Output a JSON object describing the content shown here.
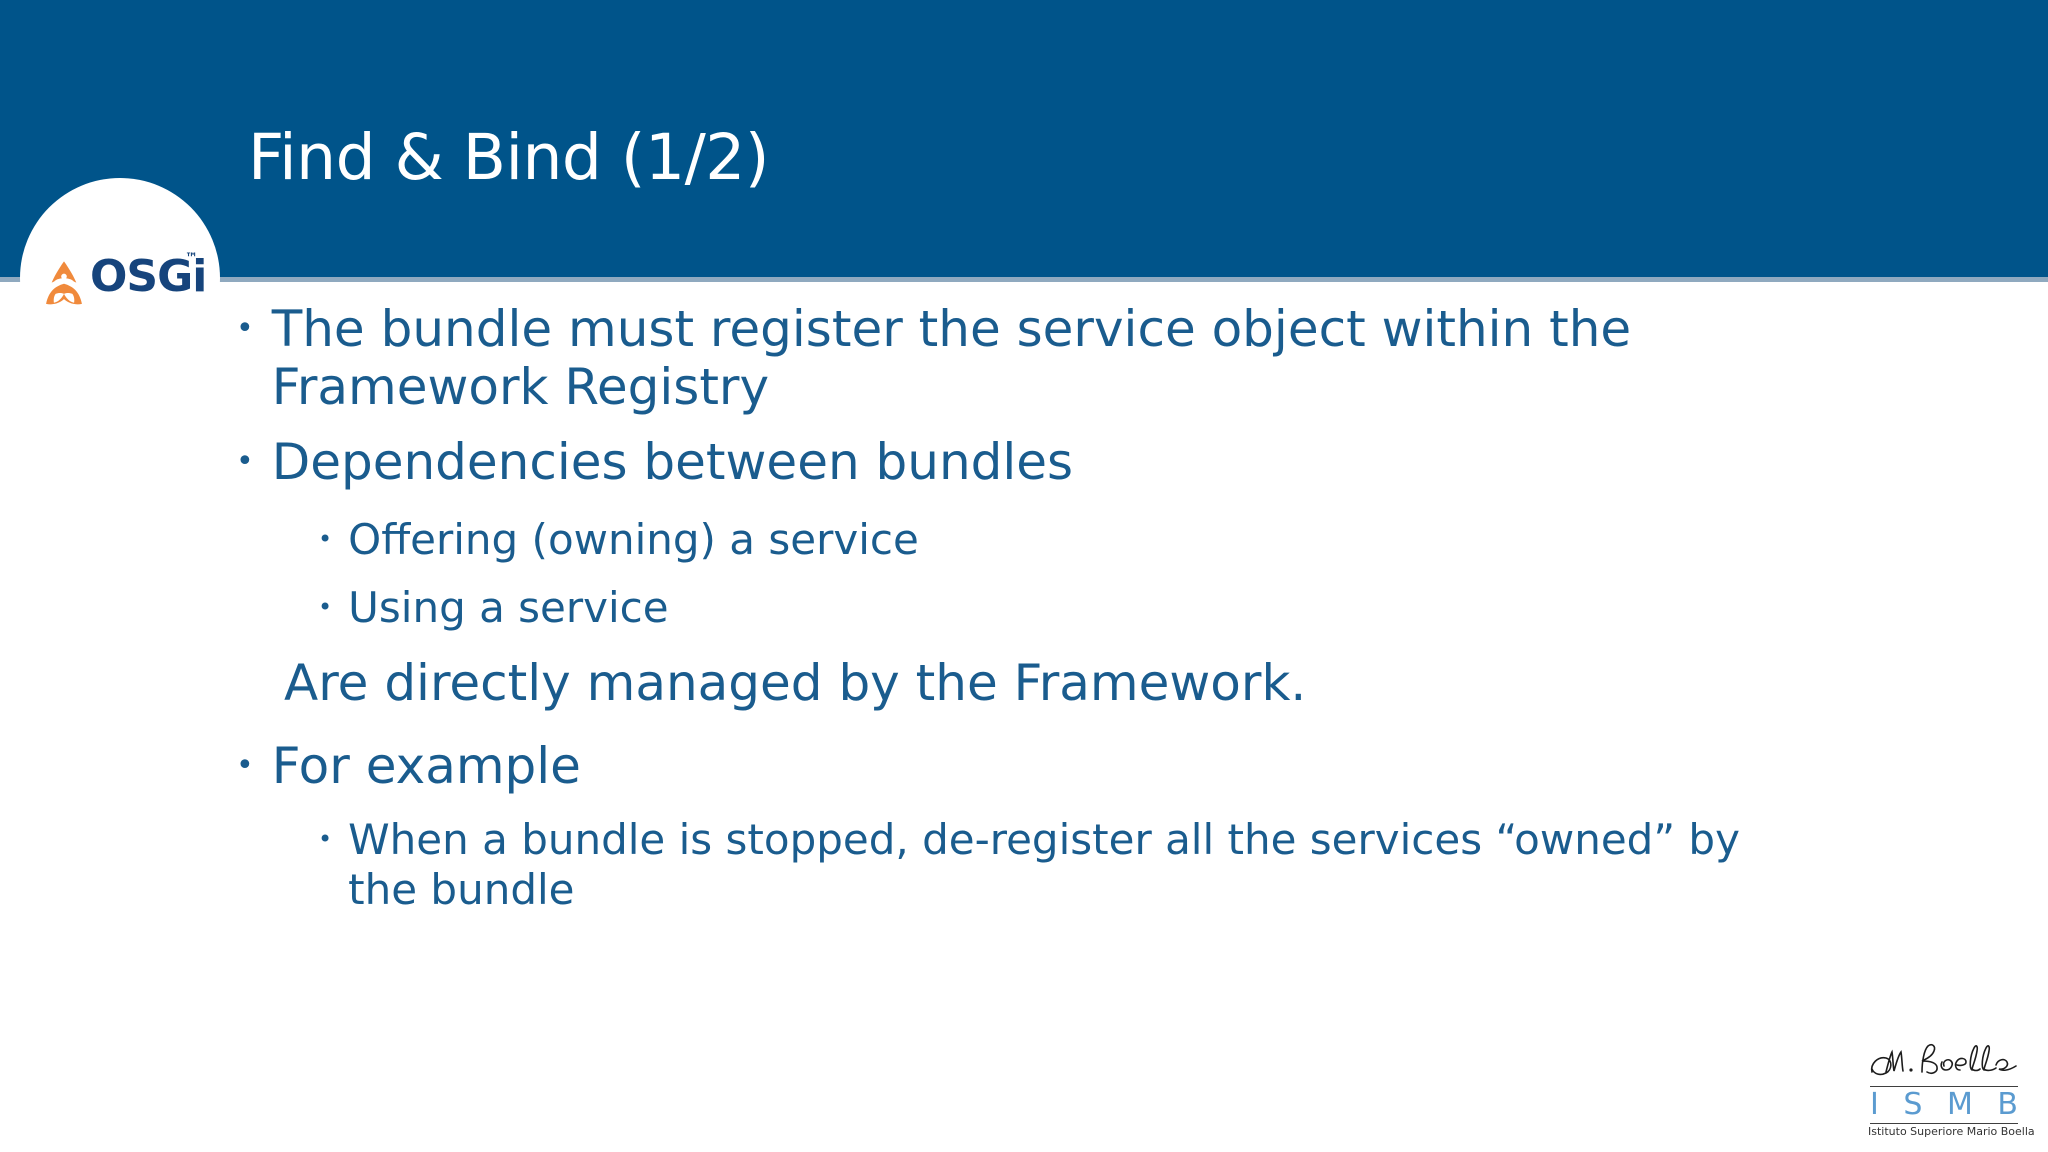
{
  "slide": {
    "title": "Find & Bind (1/2)",
    "header_color": "#00548a",
    "accent_color": "#8fa9bf",
    "body_text_color": "#1a5c8e",
    "background_color": "#ffffff"
  },
  "logo": {
    "name": "OSGi",
    "wordmark": "OSGi",
    "trademark": "™",
    "mark_color": "#f08a3c",
    "word_color": "#16447c",
    "circle_color": "#ffffff"
  },
  "content": {
    "blocks": [
      {
        "level": 1,
        "bullet": "•",
        "has_bullet": true,
        "text": "The bundle must register the service object within the Framework Registry"
      },
      {
        "level": 1,
        "bullet": "•",
        "has_bullet": true,
        "text": "Dependencies between bundles"
      },
      {
        "level": 2,
        "bullet": "•",
        "has_bullet": true,
        "text": "Offering (owning) a service"
      },
      {
        "level": 2,
        "bullet": "•",
        "has_bullet": true,
        "text": "Using a service"
      },
      {
        "level": 1,
        "bullet": "",
        "has_bullet": false,
        "text": "Are directly managed by the Framework."
      },
      {
        "level": 1,
        "bullet": "•",
        "has_bullet": true,
        "text": "For example"
      },
      {
        "level": 2,
        "bullet": "•",
        "has_bullet": true,
        "text": "When a bundle is stopped, de-register all the services “owned” by the bundle"
      }
    ]
  },
  "footer_logo": {
    "name": "ISMB",
    "signature_alt": "M. Boella signature",
    "letters": [
      "I",
      "S",
      "M",
      "B"
    ],
    "letter_i": "I",
    "letter_s": "S",
    "letter_m": "M",
    "letter_b": "B",
    "tagline": "Istituto Superiore Mario Boella",
    "letters_color": "#5b9bd0",
    "tagline_color": "#333333"
  }
}
